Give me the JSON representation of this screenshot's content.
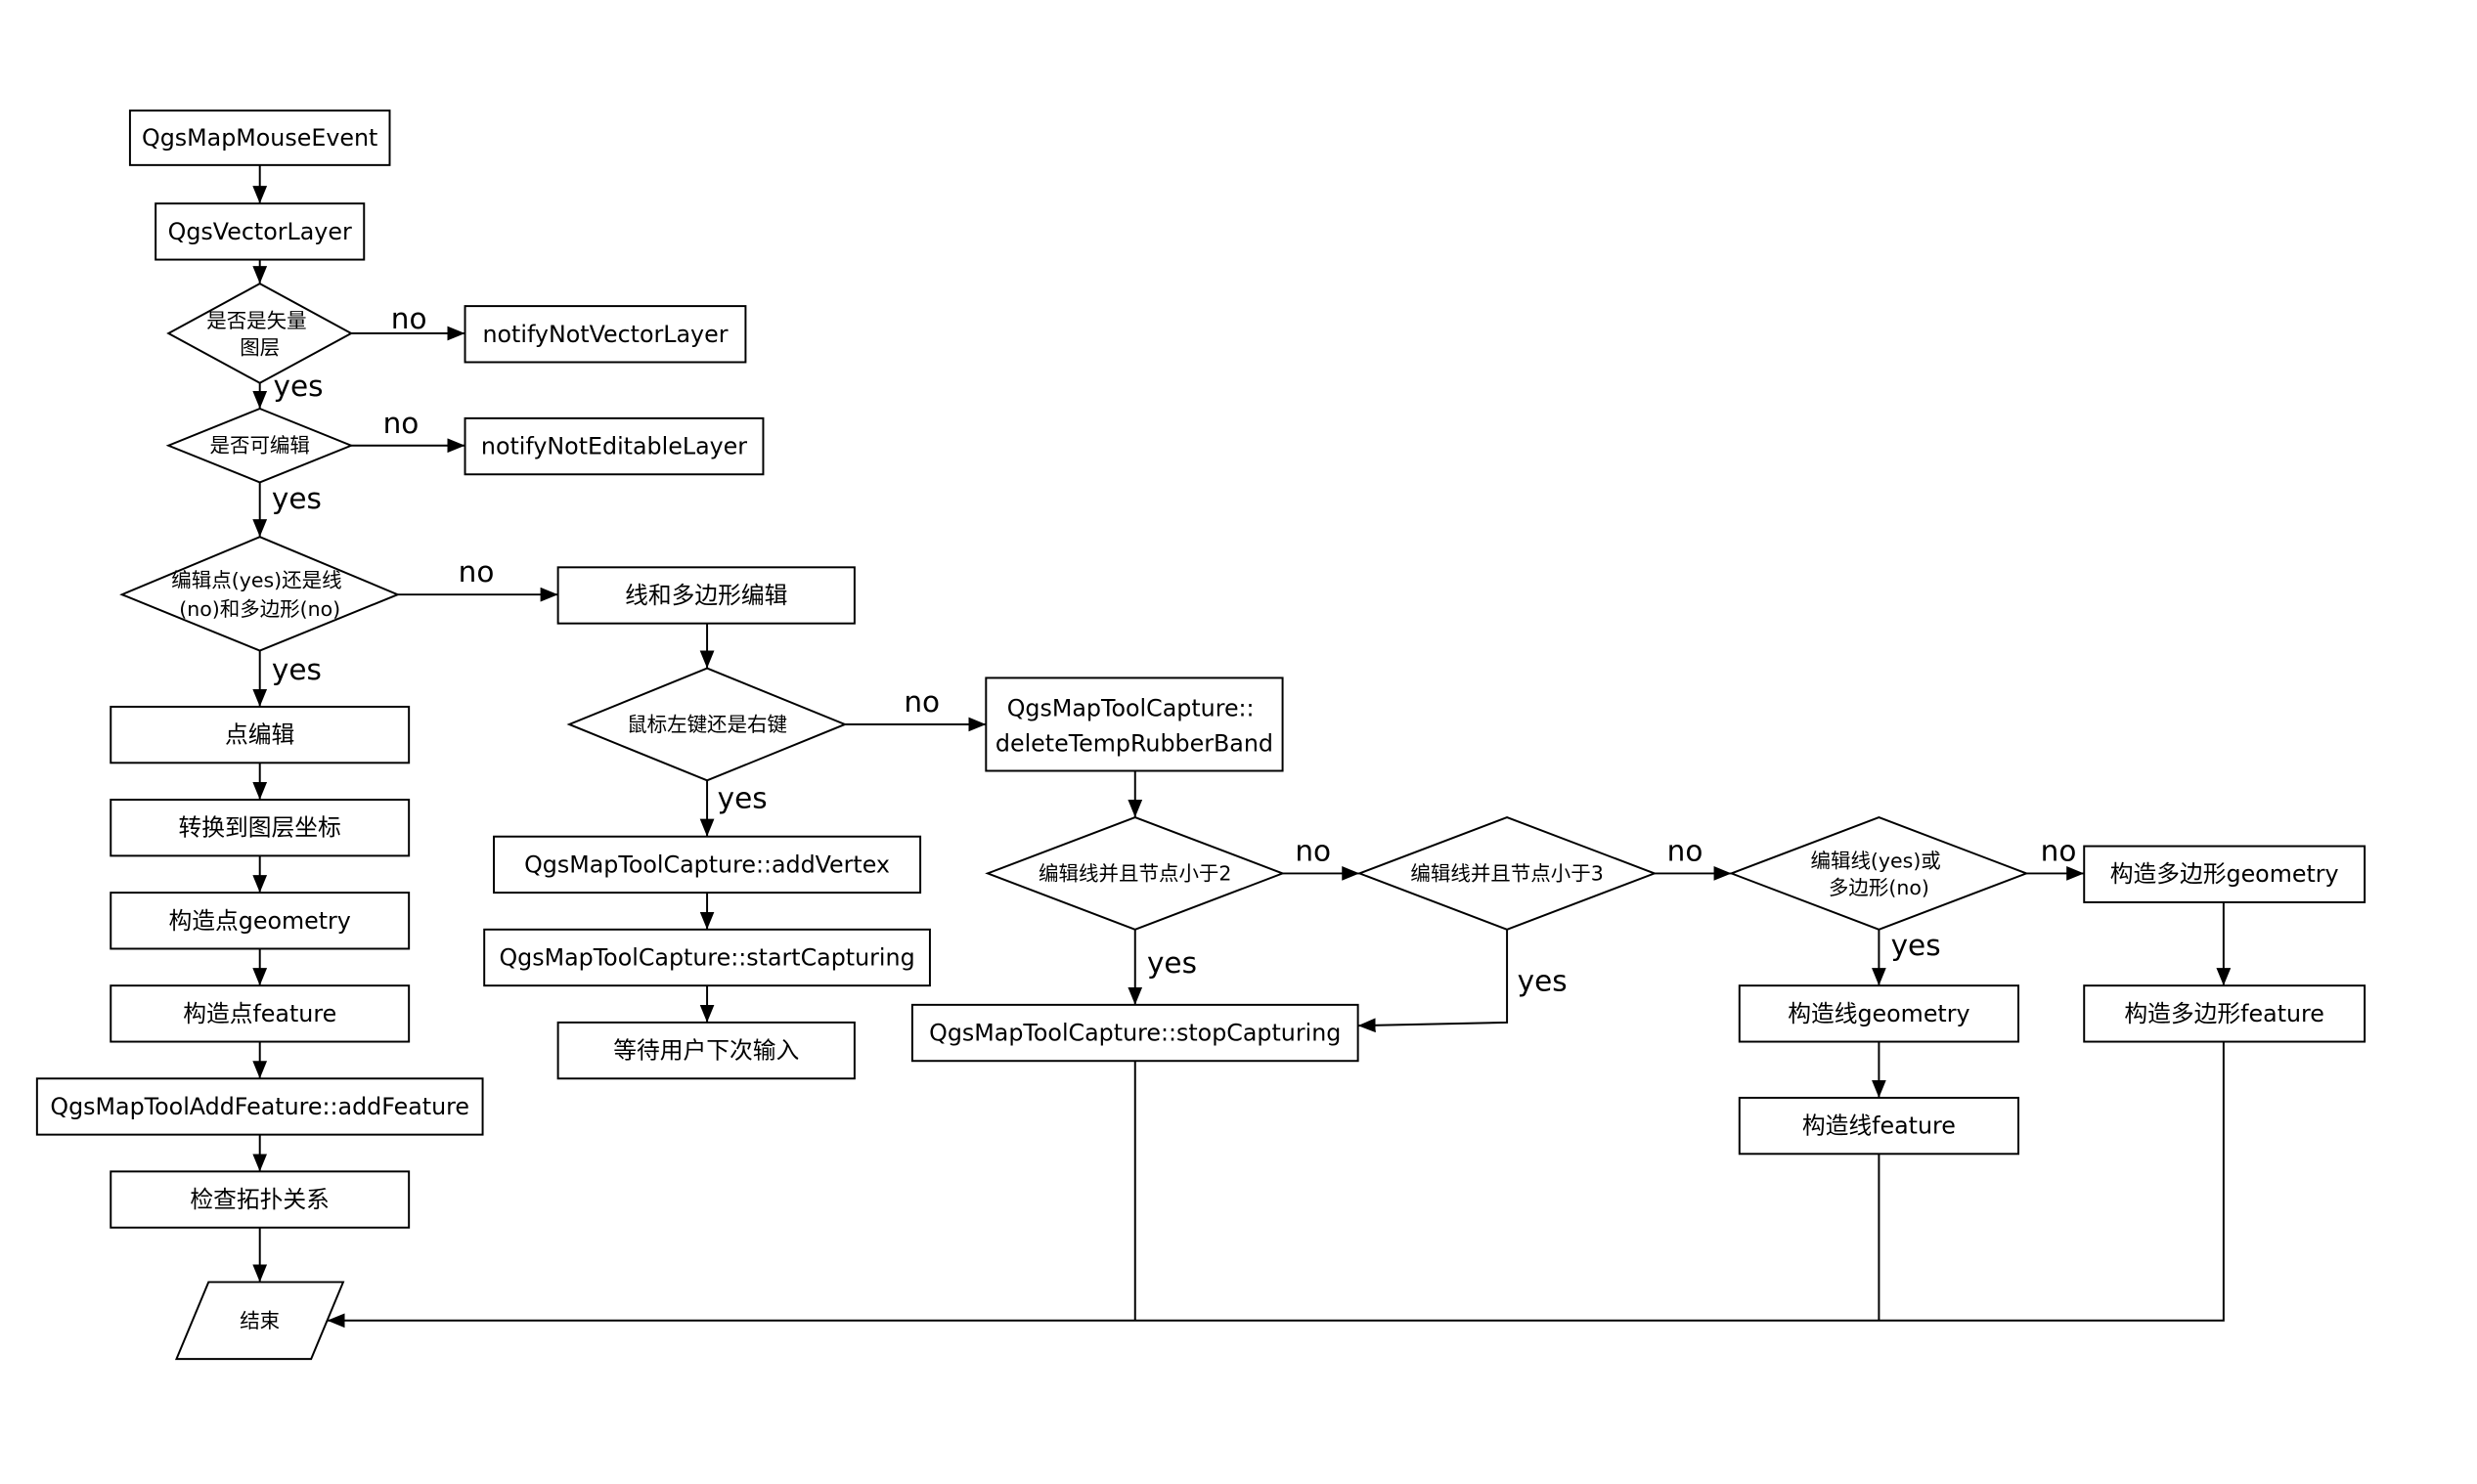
{
  "nodes": {
    "mouse_event": "QgsMapMouseEvent",
    "vector_layer": "QgsVectorLayer",
    "is_vector_layer": {
      "line1": "是否是矢量",
      "line2": "图层"
    },
    "not_vector_layer": "notifyNotVectorLayer",
    "is_editable": "是否可编辑",
    "not_editable_layer": "notifyNotEditableLayer",
    "edit_point_or_line": {
      "line1": "编辑点(yes)还是线",
      "line2": "(no)和多边形(no)"
    },
    "line_polygon_edit": "线和多边形编辑",
    "mouse_button": "鼠标左键还是右键",
    "delete_temp_rubber_band": {
      "line1": "QgsMapToolCapture::",
      "line2": "deleteTempRubberBand"
    },
    "point_edit": "点编辑",
    "to_layer_coords": "转换到图层坐标",
    "point_geometry": "构造点geometry",
    "point_feature": "构造点feature",
    "add_feature": "QgsMapToolAddFeature::addFeature",
    "check_topology": "检查拓扑关系",
    "end": "结束",
    "add_vertex": "QgsMapToolCapture::addVertex",
    "start_capturing": "QgsMapToolCapture::startCapturing",
    "wait_input": "等待用户下次输入",
    "line_nodes_lt2": "编辑线并且节点小于2",
    "line_nodes_lt3": "编辑线并且节点小于3",
    "line_or_polygon": {
      "line1": "编辑线(yes)或",
      "line2": "多边形(no)"
    },
    "polygon_geometry": "构造多边形geometry",
    "stop_capturing": "QgsMapToolCapture::stopCapturing",
    "line_geometry": "构造线geometry",
    "polygon_feature": "构造多边形feature",
    "line_feature": "构造线feature"
  },
  "edge_labels": {
    "is_vector_no": "no",
    "is_vector_yes": "yes",
    "is_editable_no": "no",
    "is_editable_yes": "yes",
    "edit_point_no": "no",
    "edit_point_yes": "yes",
    "mouse_button_no": "no",
    "mouse_button_yes": "yes",
    "lt2_no": "no",
    "lt2_yes": "yes",
    "lt3_no": "no",
    "lt3_yes": "yes",
    "line_or_polygon_no": "no",
    "line_or_polygon_yes": "yes"
  },
  "colors": {
    "stroke": "#000000",
    "background": "#ffffff"
  }
}
